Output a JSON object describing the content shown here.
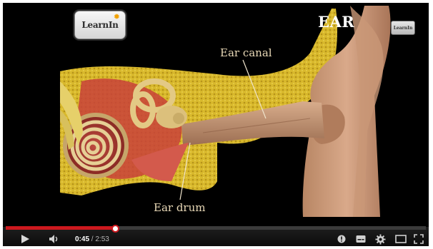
{
  "video": {
    "logo_text": "LearnIn",
    "watermark_text": "LearnIn",
    "title": "EAR",
    "labels": {
      "ear_canal": "Ear canal",
      "ear_drum": "Ear drum"
    }
  },
  "player": {
    "current_time": "0:45",
    "separator": "/",
    "duration": "2:53",
    "progress_fraction": 0.26,
    "accent_color": "#cc181e",
    "icons": {
      "play": "play-icon",
      "volume": "volume-icon",
      "annotations": "annotations-icon",
      "captions": "captions-icon",
      "settings": "gear-icon",
      "theater": "theater-mode-icon",
      "fullscreen": "fullscreen-icon"
    }
  }
}
